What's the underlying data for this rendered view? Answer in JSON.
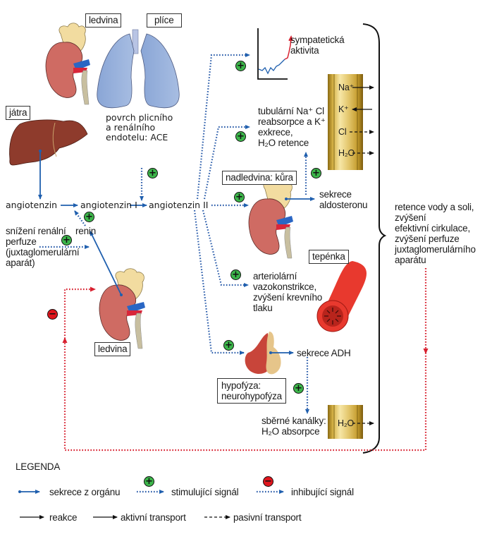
{
  "labels": {
    "kidney_top": "ledvina",
    "lungs": "plíce",
    "liver": "játra",
    "adrenal_cortex": "nadledvina: kůra",
    "arteriole": "tepénka",
    "kidney_bottom": "ledvina",
    "pituitary": "hypofýza:\nneurohypofýza"
  },
  "texts": {
    "ace_site": "povrch plicního\na renálního\nendotelu: ACE",
    "angiotensinogen": "angiotenzin",
    "angiotensin_1": "angiotenzin I",
    "angiotensin_2": "angiotenzin II",
    "renin": "renin",
    "reduced_perfusion": "snížení renální\nperfuze\n(juxtaglomerulární\naparát)",
    "sympathetic": "sympatetická\naktivita",
    "tubular_line1": "tubulární Na⁺ Cl",
    "tubular_line2": "reabsorpce a K⁺",
    "tubular_line3": "exkrece,",
    "tubular_line4": "H₂O retence",
    "aldosterone": "sekrece\naldosteronu",
    "vasoconstriction": "arteriolární\nvazokonstrikce,\nzvýšení krevního\ntlaku",
    "adh": "sekrece ADH",
    "collecting_ducts": "sběrné kanálky:\nH₂O absorpce",
    "outcome": "retence vody a soli,\nzvýšení\nefektivní cirkulace,\nzvýšení perfuze\njuxtaglomerulárního\naparátu"
  },
  "transport_tubular": [
    {
      "ion": "Na⁺",
      "direction": "out",
      "kind": "active"
    },
    {
      "ion": "K⁺",
      "direction": "in",
      "kind": "active"
    },
    {
      "ion": "Cl",
      "direction": "out",
      "kind": "passive"
    },
    {
      "ion": "H₂O",
      "direction": "out",
      "kind": "passive"
    }
  ],
  "transport_collecting": [
    {
      "ion": "H₂O",
      "direction": "out",
      "kind": "passive"
    }
  ],
  "signs": {
    "plus": "+",
    "minus": "−"
  },
  "legend": {
    "title": "LEGENDA",
    "items": [
      {
        "key": "secretion",
        "label": "sekrece z orgánu"
      },
      {
        "key": "stimulating",
        "label": "stimulující signál"
      },
      {
        "key": "inhibiting",
        "label": "inhibující signál"
      },
      {
        "key": "reaction",
        "label": "reakce"
      },
      {
        "key": "active",
        "label": "aktivní transport"
      },
      {
        "key": "passive",
        "label": "pasivní transport"
      }
    ]
  },
  "colors": {
    "secretion_blue": "#1f5fae",
    "signal_blue": "#2a5caa",
    "inhibit_red": "#d8202f",
    "plus_green": "#3cb54a",
    "minus_red": "#e0161d",
    "kidney": "#cf6b63",
    "lung": "#98b2dc",
    "liver": "#8e3b2c",
    "artery": "#e8392e",
    "tubule_gold": "#c9a437"
  }
}
